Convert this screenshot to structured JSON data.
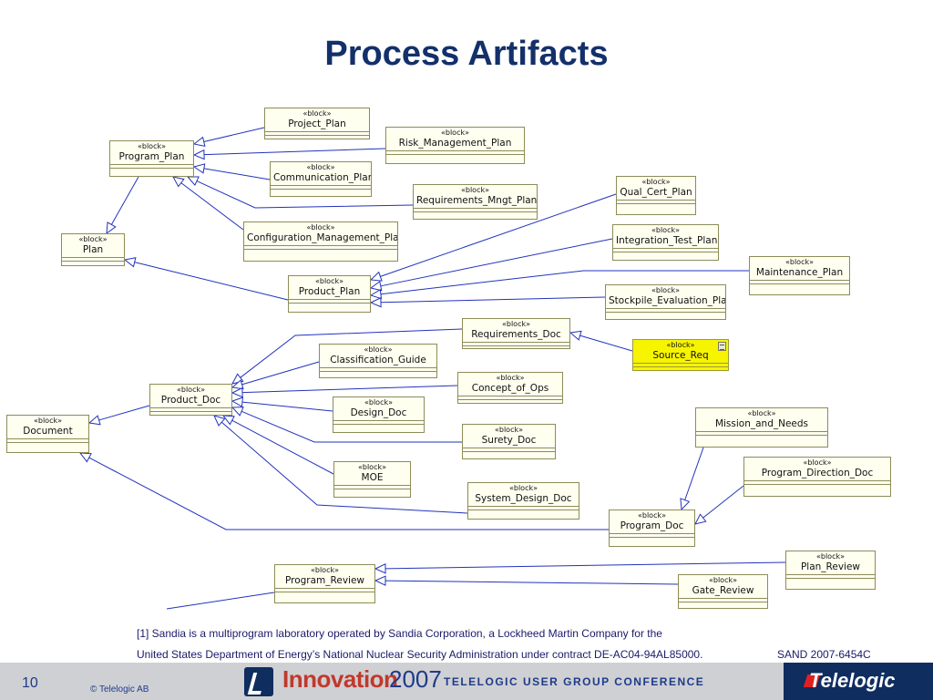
{
  "title": "Process Artifacts",
  "stereotype": "«block»",
  "blocks": {
    "project_plan": "Project_Plan",
    "risk_management_plan": "Risk_Management_Plan",
    "program_plan": "Program_Plan",
    "communication_plan": "Communication_Plan",
    "requirements_mngt_plan": "Requirements_Mngt_Plan",
    "qual_cert_plan": "Qual_Cert_Plan",
    "configuration_management_plan": "Configuration_Management_Plan",
    "plan": "Plan",
    "integration_test_plan": "Integration_Test_Plan",
    "maintenance_plan": "Maintenance_Plan",
    "product_plan": "Product_Plan",
    "stockpile_evaluation_plan": "Stockpile_Evaluation_Plan",
    "requirements_doc": "Requirements_Doc",
    "source_req": "Source_Req",
    "classification_guide": "Classification_Guide",
    "concept_of_ops": "Concept_of_Ops",
    "product_doc": "Product_Doc",
    "design_doc": "Design_Doc",
    "document": "Document",
    "mission_and_needs": "Mission_and_Needs",
    "surety_doc": "Surety_Doc",
    "program_direction_doc": "Program_Direction_Doc",
    "moe": "MOE",
    "system_design_doc": "System_Design_Doc",
    "program_doc": "Program_Doc",
    "plan_review": "Plan_Review",
    "program_review": "Program_Review",
    "gate_review": "Gate_Review"
  },
  "footnote": {
    "line1": "[1] Sandia is a multiprogram laboratory operated by Sandia Corporation, a Lockheed Martin Company for the",
    "line2": "United States Department of Energy’s National Nuclear Security Administration under contract DE-AC04-94AL85000.",
    "sand": "SAND 2007-6454C"
  },
  "footer": {
    "page_number": "10",
    "copyright": "© Telelogic AB",
    "innovation": "Innovation",
    "year": "2007",
    "conference": "TELELOGIC USER GROUP CONFERENCE",
    "brand": "Telelogic"
  },
  "colors": {
    "title": "#13306a",
    "edge": "#2233bb",
    "block_fill": "#fffff0",
    "block_border": "#8c8c5a",
    "highlight_fill": "#f7f400",
    "footer_band": "#cfd0d4",
    "brand_box": "#0f2d5f"
  }
}
